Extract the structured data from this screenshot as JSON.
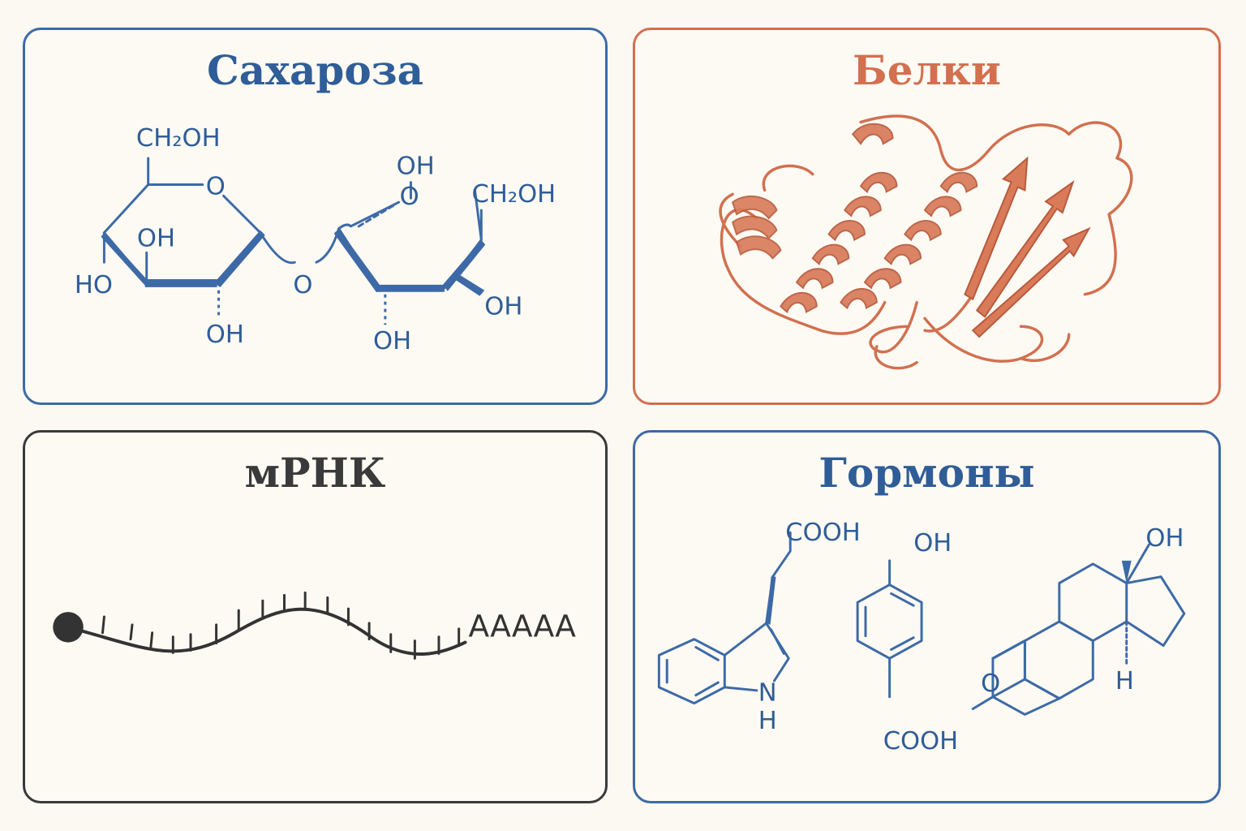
{
  "colors": {
    "blue": "#3d6aa6",
    "blue_text": "#2f5d97",
    "orange": "#d2704f",
    "dark": "#3a3a3a",
    "background": "#fcf8f2"
  },
  "panels": {
    "sucrose": {
      "title": "Сахароза",
      "labels": {
        "ch2oh_top": "CH₂OH",
        "ring_o1": "O",
        "oh_inner": "OH",
        "ho_left": "HO",
        "oh_bottom1": "OH",
        "bridge_o": "O",
        "oh_top2": "OH",
        "ring_o2": "O",
        "ch2oh_right": "CH₂OH",
        "oh_right": "OH",
        "oh_bottom2": "OH"
      }
    },
    "protein": {
      "title": "Белки"
    },
    "mrna": {
      "title": "мРНК",
      "poly_a": "AAAAA"
    },
    "hormones": {
      "title": "Гормоны",
      "labels": {
        "cooh_trp": "COOH",
        "nh_n": "N",
        "nh_h": "H",
        "oh_phenol": "OH",
        "cooh_phenol": "COOH",
        "oh_steroid": "OH",
        "o_steroid": "O",
        "h_steroid": "H"
      }
    }
  }
}
